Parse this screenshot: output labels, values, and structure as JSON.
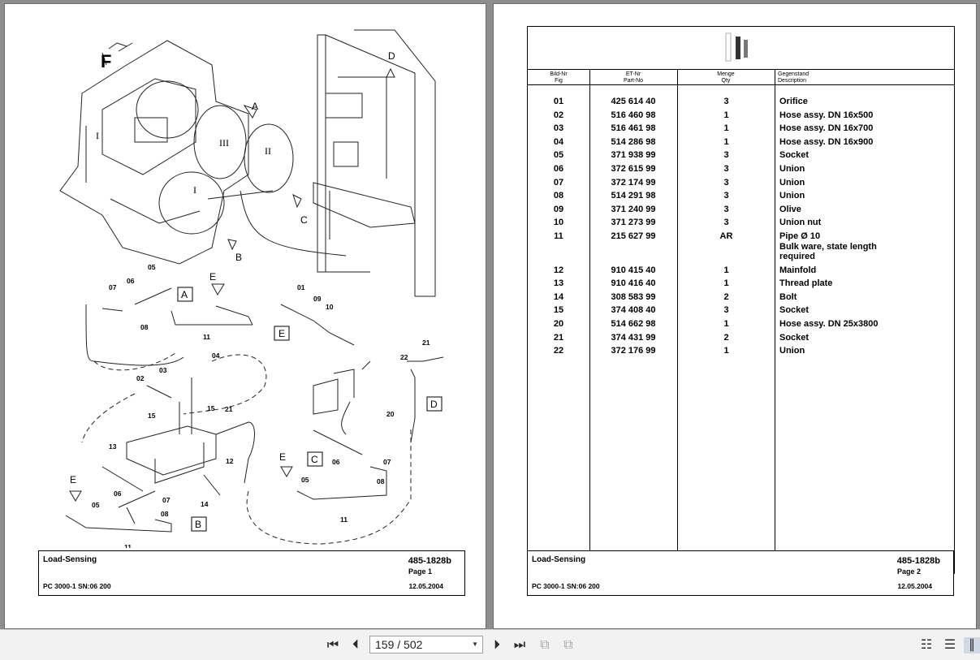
{
  "left_page": {
    "diagram_labels": {
      "view_letters": [
        "A",
        "B",
        "C",
        "D",
        "E"
      ],
      "direction_marker": "F",
      "roman": [
        "I",
        "II",
        "III"
      ],
      "box_labels": [
        "A",
        "E",
        "D",
        "C",
        "B"
      ],
      "numbers": [
        "05",
        "06",
        "07",
        "08",
        "11",
        "01",
        "09",
        "10",
        "03",
        "04",
        "02",
        "15",
        "15",
        "21",
        "13",
        "12",
        "14",
        "21",
        "22",
        "20",
        "07",
        "06",
        "05",
        "08",
        "11",
        "E",
        "E",
        "05",
        "06",
        "07",
        "08",
        "11"
      ]
    },
    "title_block": {
      "name": "Load-Sensing",
      "doc_no": "485-1828b",
      "page_label": "Page 1",
      "model": "PC 3000-1 SN:06 200",
      "date": "12.05.2004"
    }
  },
  "right_page": {
    "columns": {
      "fig": [
        "Bild-Nr",
        "Fig"
      ],
      "part": [
        "ET-Nr",
        "Part-No"
      ],
      "qty": [
        "Menge",
        "Qty"
      ],
      "desc": [
        "Gegenstand",
        "Description"
      ]
    },
    "rows": [
      {
        "fig": "01",
        "part": "425 614 40",
        "qty": "3",
        "desc": "Orifice"
      },
      {
        "fig": "02",
        "part": "516 460 98",
        "qty": "1",
        "desc": "Hose assy. DN 16x500"
      },
      {
        "fig": "03",
        "part": "516 461 98",
        "qty": "1",
        "desc": "Hose assy. DN 16x700"
      },
      {
        "fig": "04",
        "part": "514 286 98",
        "qty": "1",
        "desc": "Hose assy. DN 16x900"
      },
      {
        "fig": "05",
        "part": "371 938 99",
        "qty": "3",
        "desc": "Socket"
      },
      {
        "fig": "06",
        "part": "372 615 99",
        "qty": "3",
        "desc": "Union"
      },
      {
        "fig": "07",
        "part": "372 174 99",
        "qty": "3",
        "desc": "Union"
      },
      {
        "fig": "08",
        "part": "514 291 98",
        "qty": "3",
        "desc": "Union"
      },
      {
        "fig": "09",
        "part": "371 240 99",
        "qty": "3",
        "desc": "Olive"
      },
      {
        "fig": "10",
        "part": "371 273 99",
        "qty": "3",
        "desc": "Union nut"
      },
      {
        "fig": "11",
        "part": "215 627 99",
        "qty": "AR",
        "desc": "Pipe Ø 10",
        "desc2": "Bulk ware, state length",
        "desc3": "required"
      },
      {
        "fig": "12",
        "part": "910 415 40",
        "qty": "1",
        "desc": "Mainfold"
      },
      {
        "fig": "13",
        "part": "910 416 40",
        "qty": "1",
        "desc": "Thread plate"
      },
      {
        "fig": "14",
        "part": "308 583 99",
        "qty": "2",
        "desc": "Bolt"
      },
      {
        "fig": "15",
        "part": "374 408 40",
        "qty": "3",
        "desc": "Socket"
      },
      {
        "fig": "20",
        "part": "514 662 98",
        "qty": "1",
        "desc": "Hose assy. DN 25x3800"
      },
      {
        "fig": "21",
        "part": "374 431 99",
        "qty": "2",
        "desc": "Socket"
      },
      {
        "fig": "22",
        "part": "372 176 99",
        "qty": "1",
        "desc": "Union"
      }
    ],
    "title_block": {
      "name": "Load-Sensing",
      "doc_no": "485-1828b",
      "page_label": "Page 2",
      "model": "PC 3000-1 SN:06 200",
      "date": "12.05.2004"
    }
  },
  "toolbar": {
    "page_display": "159 / 502",
    "icons": [
      "first-page-icon",
      "prev-page-icon",
      "next-page-icon",
      "last-page-icon",
      "rotate-back-icon",
      "rotate-forward-icon",
      "single-page-icon",
      "continuous-page-icon",
      "facing-page-icon"
    ]
  }
}
